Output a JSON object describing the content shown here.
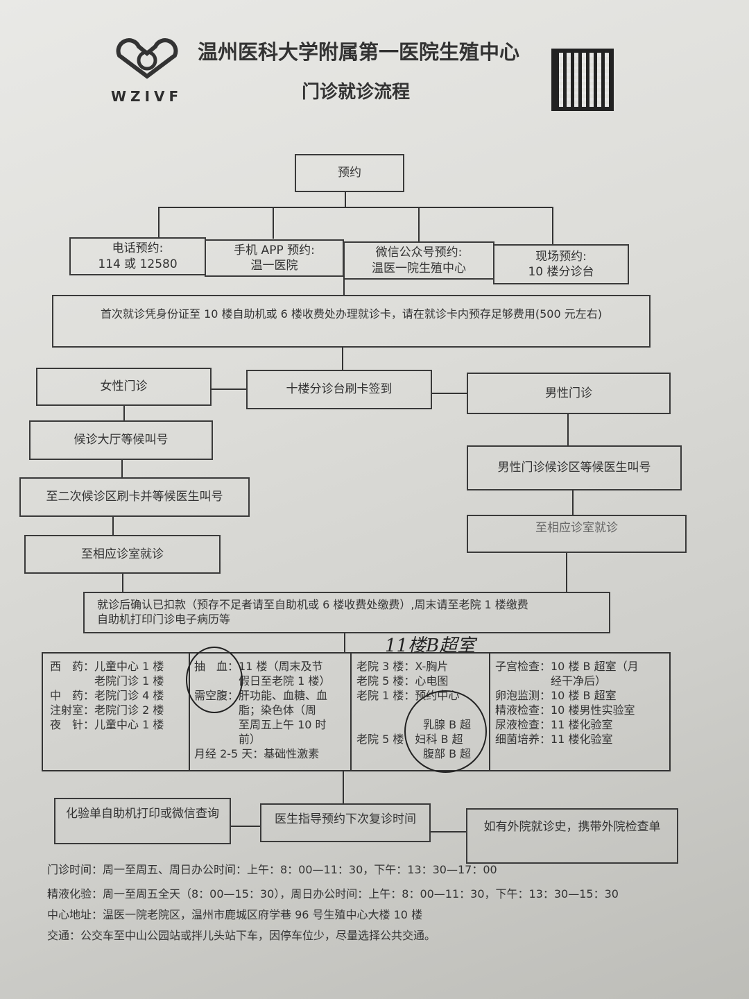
{
  "header": {
    "logo_text": "WZIVF",
    "title": "温州医科大学附属第一医院生殖中心",
    "subtitle": "门诊就诊流程"
  },
  "flow": {
    "appointment": "预约",
    "methods": [
      {
        "title": "电话预约:",
        "value": "114 或 12580"
      },
      {
        "title": "手机 APP 预约:",
        "value": "温一医院"
      },
      {
        "title": "微信公众号预约:",
        "value": "温医一院生殖中心"
      },
      {
        "title": "现场预约:",
        "value": "10 楼分诊台"
      }
    ],
    "first_visit": "首次就诊凭身份证至 10 楼自助机或 6 楼收费处办理就诊卡，请在就诊卡内预存足够费用(500 元左右)",
    "checkin": "十楼分诊台刷卡签到",
    "female": [
      "女性门诊",
      "候诊大厅等候叫号",
      "至二次候诊区刷卡并等候医生叫号",
      "至相应诊室就诊"
    ],
    "male": [
      "男性门诊",
      "男性门诊候诊区等候医生叫号",
      "至相应诊室就诊"
    ],
    "payment": "就诊后确认已扣款（预存不足者请至自助机或 6 楼收费处缴费）,周末请至老院 1 楼缴费",
    "payment_2": "自助机打印门诊电子病历等",
    "table": {
      "col1": "西　药：儿童中心 1 楼\n　　　　老院门诊 1 楼\n中　药：老院门诊 4 楼\n注射室：老院门诊 2 楼\n夜　针：儿童中心 1 楼",
      "col2": "抽　血：11 楼（周末及节\n　　　　假日至老院 1 楼）\n需空腹：肝功能、血糖、血\n　　　　脂；染色体（周\n　　　　至周五上午 10 时\n　　　　前）\n月经 2-5 天：基础性激素",
      "col3": "老院 3 楼：X-胸片\n老院 5 楼：心电图\n老院 1 楼：预约中心\n\n　　　　　　乳腺 B 超\n老院 5 楼　妇科 B 超\n　　　　　　腹部 B 超",
      "col4": "子宫检查：10 楼 B 超室（月\n　　　　　经干净后）\n卵泡监测：10 楼 B 超室\n精液检查：10 楼男性实验室\n尿液检查：11 楼化验室\n细菌培养：11 楼化验室"
    },
    "lab_print": "化验单自助机打印或微信查询",
    "next_visit": "医生指导预约下次复诊时间",
    "outside": "如有外院就诊史，携带外院检查单"
  },
  "handwritten": "11楼B超室",
  "footer": [
    "门诊时间：周一至周五、周日办公时间：上午：8：00—11：30，下午：13：30—17：00",
    "精液化验：周一至周五全天（8：00—15：30），周日办公时间：上午：8：00—11：30，下午：13：30—15：30",
    "中心地址：温医一院老院区，温州市鹿城区府学巷 96 号生殖中心大楼 10 楼",
    "交通：公交车至中山公园站或拌儿头站下车，因停车位少，尽量选择公共交通。"
  ]
}
